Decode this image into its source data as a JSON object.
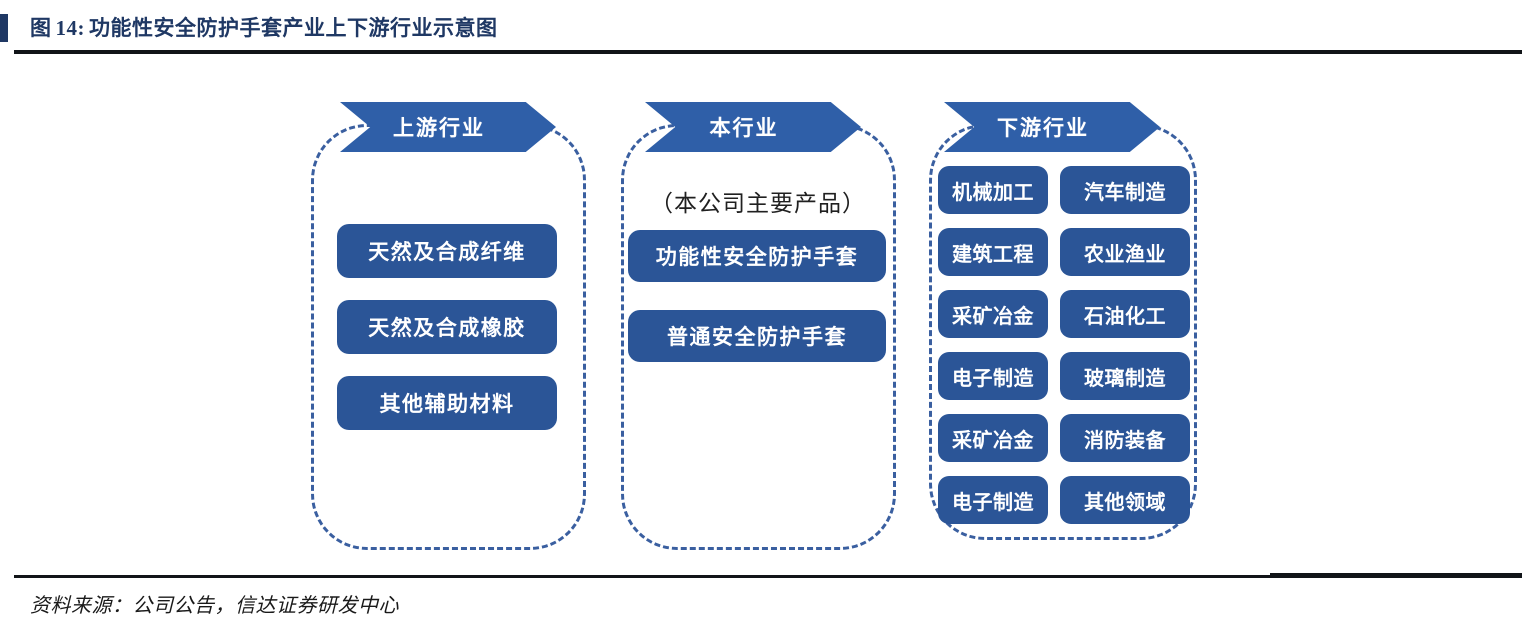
{
  "header": {
    "figure_label": "图",
    "figure_number": "14:",
    "title": "功能性安全防护手套产业上下游行业示意图"
  },
  "colors": {
    "banner_blue": "#2f5fa8",
    "chip_blue": "#2b5597",
    "frame_dash_blue": "#3a5fa0",
    "title_navy": "#1f3864",
    "rule_black": "#111418"
  },
  "diagram": {
    "type": "value-chain",
    "columns": [
      {
        "id": "upstream",
        "banner_label": "上游行业",
        "note": "",
        "layout": "single-column",
        "items": [
          "天然及合成纤维",
          "天然及合成橡胶",
          "其他辅助材料"
        ]
      },
      {
        "id": "this-industry",
        "banner_label": "本行业",
        "note": "（本公司主要产品）",
        "layout": "single-column",
        "items": [
          "功能性安全防护手套",
          "普通安全防护手套"
        ]
      },
      {
        "id": "downstream",
        "banner_label": "下游行业",
        "note": "",
        "layout": "two-column",
        "rows": [
          [
            "机械加工",
            "汽车制造"
          ],
          [
            "建筑工程",
            "农业渔业"
          ],
          [
            "采矿冶金",
            "石油化工"
          ],
          [
            "电子制造",
            "玻璃制造"
          ],
          [
            "采矿冶金",
            "消防装备"
          ],
          [
            "电子制造",
            "其他领域"
          ]
        ]
      }
    ]
  },
  "footer": {
    "source": "资料来源：公司公告，信达证券研发中心"
  }
}
